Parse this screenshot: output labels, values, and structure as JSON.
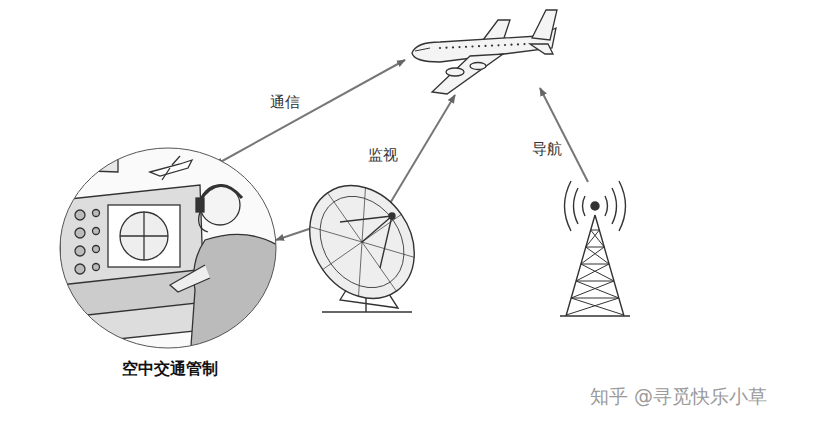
{
  "diagram": {
    "nodes": [
      {
        "text": [
          "空中交通管制"
        ]
      }
    ],
    "labels": [
      "通信",
      "监视",
      "导航",
      "知乎 @寻觅快乐小草"
    ]
  }
}
